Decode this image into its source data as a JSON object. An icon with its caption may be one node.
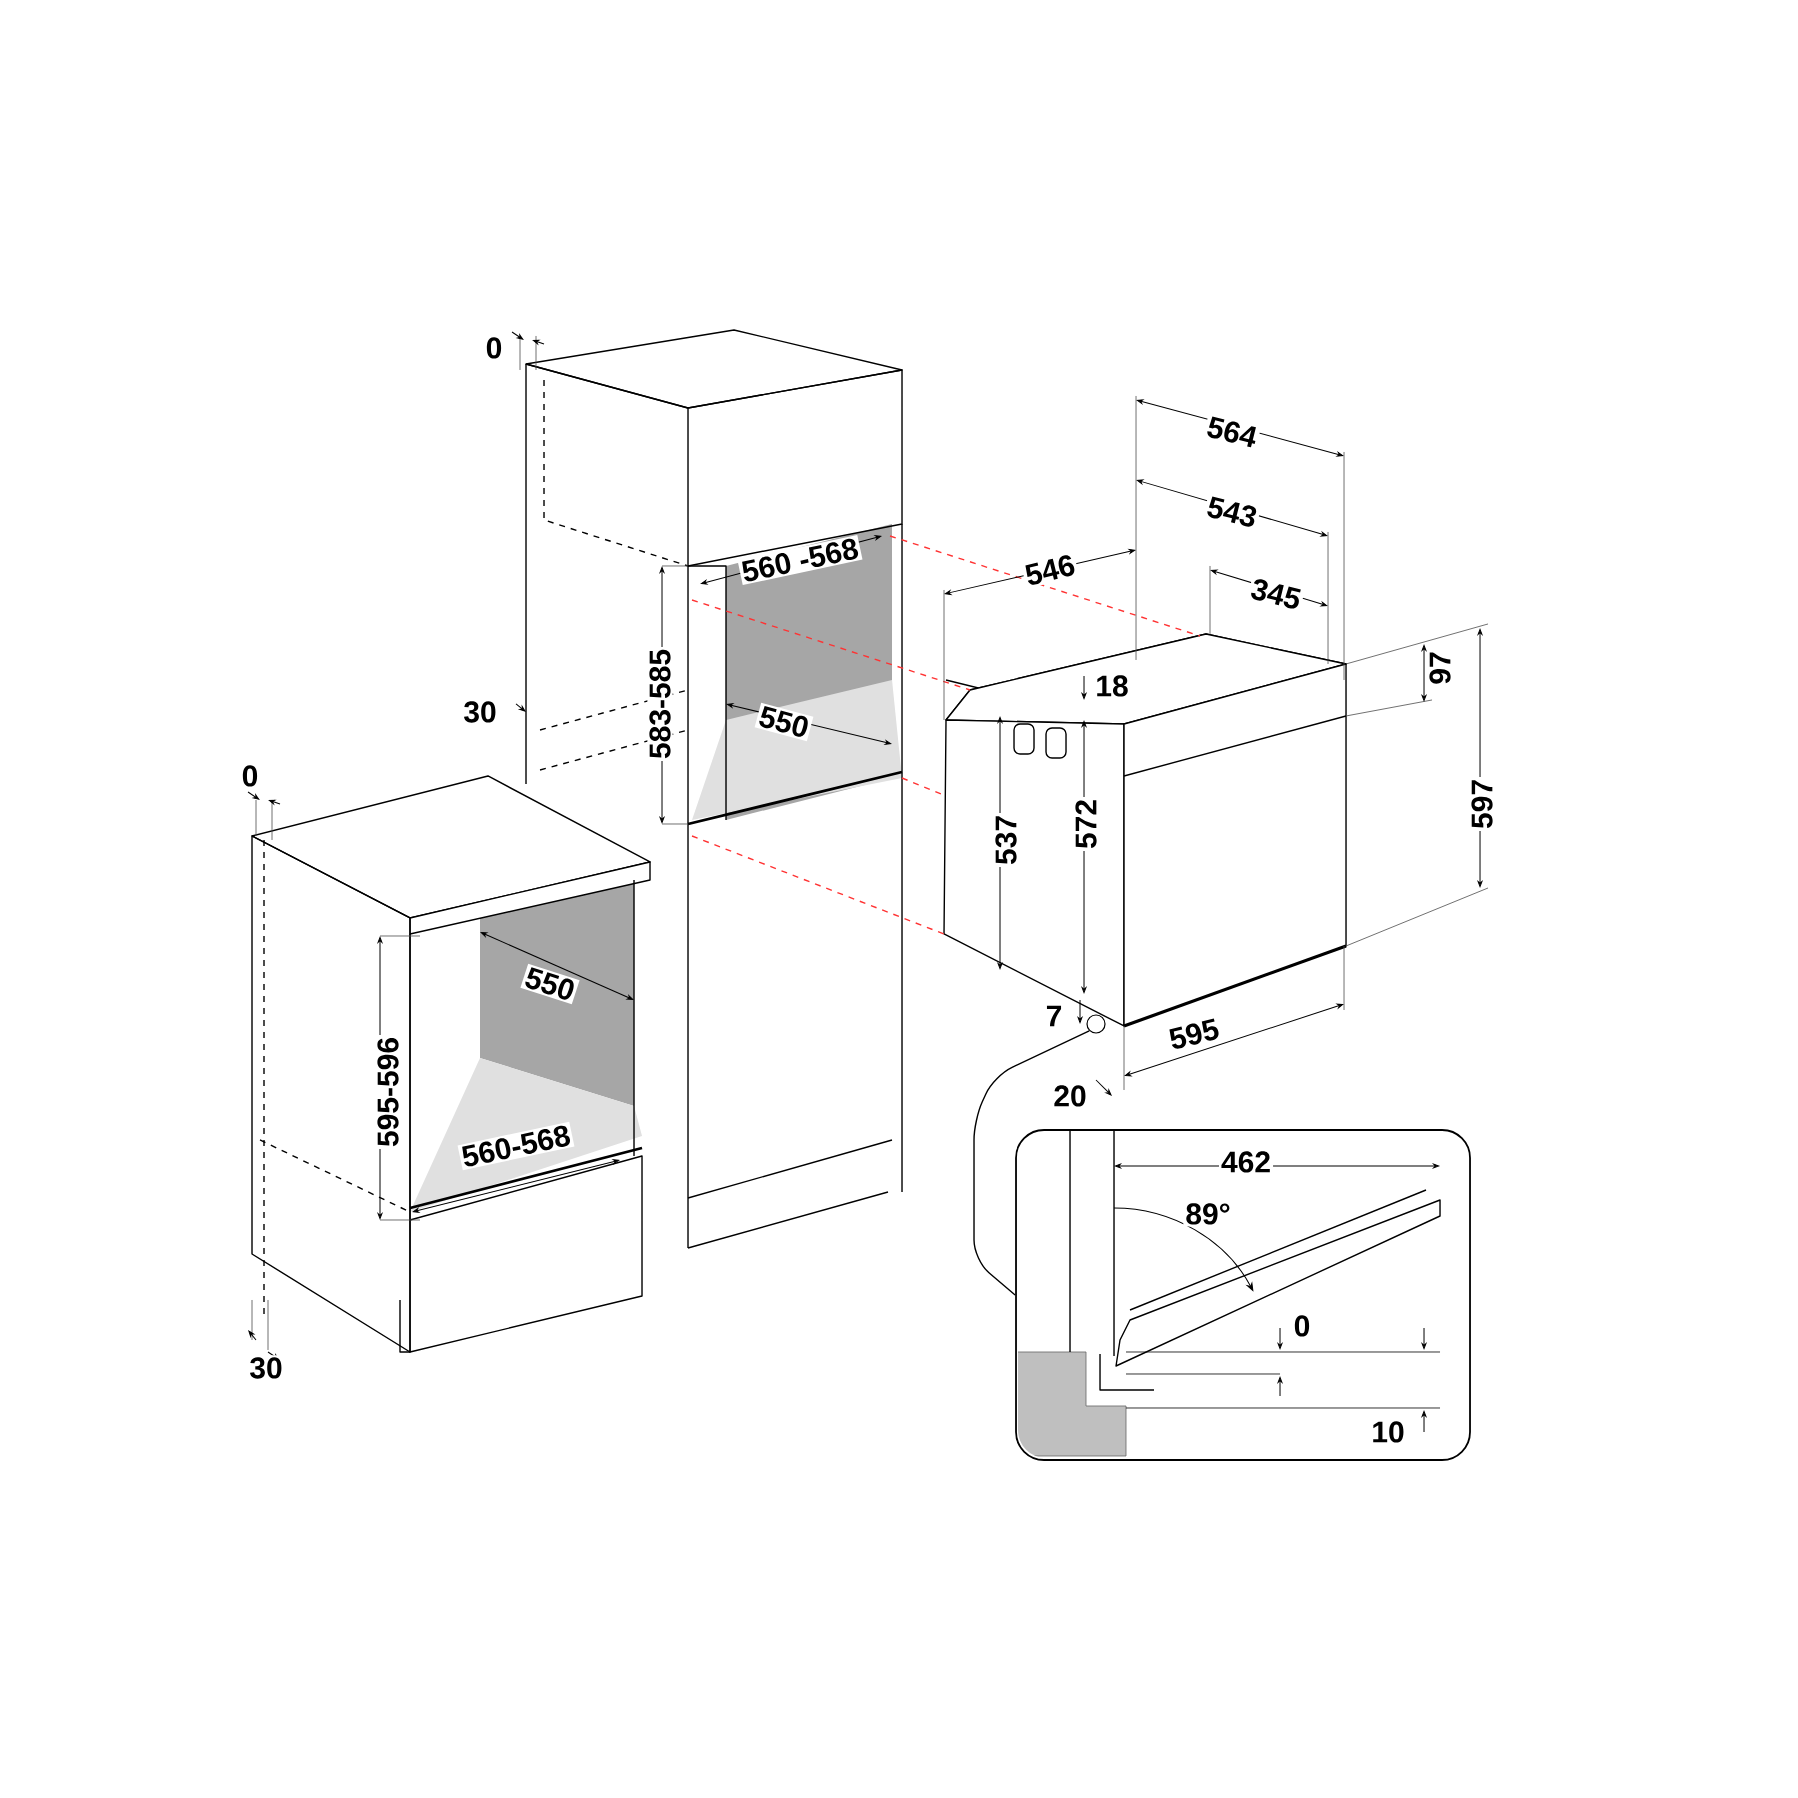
{
  "diagram": {
    "nodes": [
      {
        "text": [],
        "shape": "circle"
      },
      {
        "text": [],
        "shape": "box"
      }
    ],
    "edges": [
      {
        "from": 0,
        "to": 1,
        "arrow": "none"
      }
    ],
    "labels": [
      "0",
      "30",
      "0",
      "560 -568",
      "583-585",
      "550",
      "550",
      "595-596",
      "560-568",
      "30",
      "564",
      "543",
      "546",
      "345",
      "18",
      "97",
      "537",
      "572",
      "597",
      "7",
      "595",
      "20",
      "462",
      "89°",
      "0",
      "10"
    ]
  }
}
